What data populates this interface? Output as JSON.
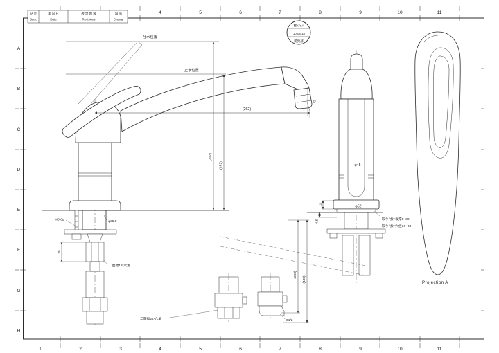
{
  "frame": {
    "cols": [
      "1",
      "2",
      "3",
      "4",
      "5",
      "6",
      "7",
      "8",
      "9",
      "10",
      "11"
    ],
    "rows": [
      "A",
      "B",
      "C",
      "D",
      "E",
      "F",
      "G",
      "H"
    ]
  },
  "revision_table": {
    "col1_jp": "記 号",
    "col1_en": "Sym.",
    "col2_jp": "年 月 日",
    "col2_en": "Date",
    "col3_jp": "改 訂 内 容",
    "col3_en": "Revisions",
    "col4_jp": "担 当",
    "col4_en": "Charge"
  },
  "stamp": {
    "line1": "検K.Y.A",
    "line2": "'10.05.18",
    "line3": "開発部"
  },
  "side_view": {
    "open_position": "吐水位置",
    "closed_position": "止水位置",
    "reach": "(262)",
    "height_open": "(207)",
    "height_spout": "(192)",
    "tip_angle": "6°",
    "stud_thread": "M8-6g",
    "shank_dia": "φ35.8",
    "adapter_height": "25",
    "hex13_note": "二面幅13-六角"
  },
  "hoses": {
    "hex24_note": "二面幅24-六角",
    "thread_note": "G1/2",
    "length1": "(398)",
    "length2": "(438)"
  },
  "front_view": {
    "body_dia": "φ45",
    "base_dia": "φ52",
    "base_height": "12",
    "gap": "4.5",
    "mount_note_line1": "取り付け板厚5~30",
    "mount_note_line2": "取り付け穴径36~38"
  },
  "projection": {
    "label": "Projection A"
  }
}
